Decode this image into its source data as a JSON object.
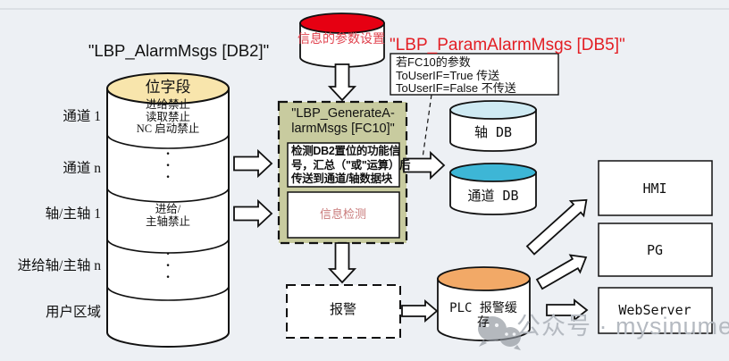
{
  "page": {
    "watermark_text": "公众号 · mysinumerik",
    "watermark_icon": "wechat-icon"
  },
  "colors": {
    "background": "#edf0f4",
    "bitfield_top": "#f8e5ac",
    "param_top": "#e60012",
    "axis_db_top": "#cfeaf3",
    "channel_db_top": "#3db6d6",
    "plc_top": "#f2a967",
    "fc10_bg": "#c8cb9f",
    "red_text": "#e31e24",
    "inner_label_text": "#c97a7a",
    "watermark_gray": "#b5bac1"
  },
  "db2": {
    "title": "\"LBP_AlarmMsgs [DB2]\"",
    "header": "位字段",
    "rows": [
      {
        "label": "通道 1",
        "lines": [
          "进给禁止",
          "读取禁止",
          "NC 启动禁止"
        ]
      },
      {
        "label": "通道 n",
        "lines": [
          "·",
          "·",
          "·"
        ]
      },
      {
        "label": "轴/主轴 1",
        "lines": [
          "进给/",
          "主轴禁止"
        ]
      },
      {
        "label": "进给轴/主轴 n",
        "lines": [
          "·",
          "·",
          "·"
        ]
      },
      {
        "label": "用户区域",
        "lines": []
      }
    ]
  },
  "param": {
    "cylinder_label": "信息的参数设置",
    "db5_title": "\"LBP_ParamAlarmMsgs [DB5]\"",
    "note": [
      "若FC10的参数",
      "ToUserIF=True 传送",
      "ToUserIF=False 不传送"
    ]
  },
  "fc10": {
    "title": [
      "\"LBP_GenerateA-",
      "larmMsgs [FC10]\""
    ],
    "desc": [
      "检测DB2置位的功能信",
      "号，汇总（\"或\"运算）后",
      "传送到通道/轴数据块"
    ],
    "inner": "信息检测"
  },
  "flow": {
    "alarm": "报警",
    "axis_db": "轴 DB",
    "channel_db": "通道 DB",
    "plc_lines": [
      "PLC 报警缓",
      "存"
    ]
  },
  "targets": {
    "hmi": "HMI",
    "pg": "PG",
    "webserver": "WebServer"
  }
}
